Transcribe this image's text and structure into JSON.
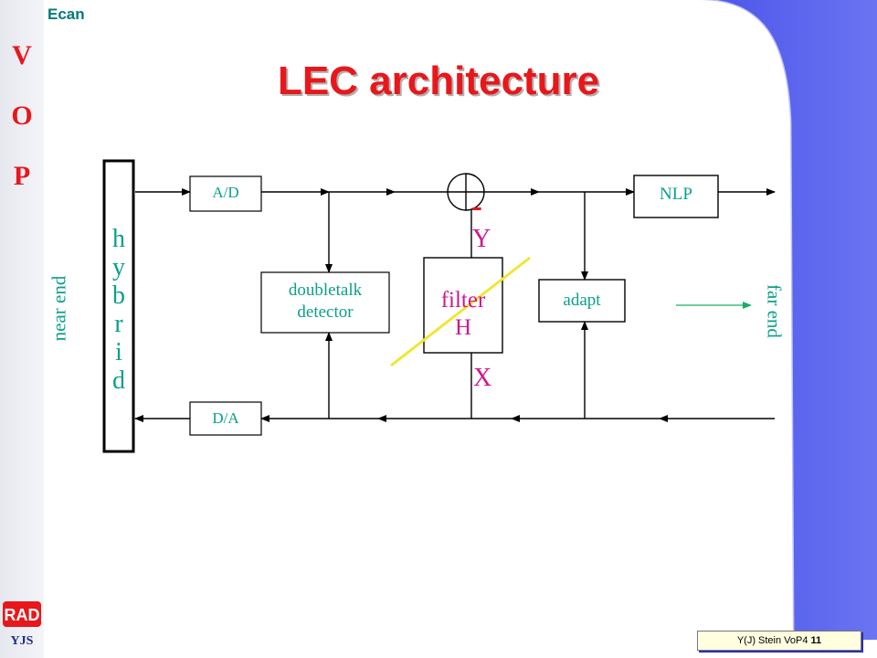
{
  "header": {
    "top_label": "Ecan",
    "title": "LEC architecture"
  },
  "sidebar": {
    "letters": [
      "V",
      "O",
      "P"
    ],
    "logo_text": "RAD",
    "author": "YJS"
  },
  "diagram": {
    "hybrid_letters": [
      "h",
      "y",
      "b",
      "r",
      "i",
      "d"
    ],
    "ad_label": "A/D",
    "da_label": "D/A",
    "nlp_label": "NLP",
    "doubletalk_label_line1": "doubletalk",
    "doubletalk_label_line2": "detector",
    "filter_label": "filter",
    "filter_h_label": "H",
    "adapt_label": "adapt",
    "minus_sign": "-",
    "y_label": "Y",
    "x_label": "X",
    "near_end_label": "near end",
    "far_end_label": "far end",
    "colors": {
      "line": "#000000",
      "box_text": "#0aa08a",
      "signal_text": "#d0178a",
      "arrow_yellow": "#f2e630",
      "arrow_green": "#18b060",
      "accent_red": "#e8171b"
    }
  },
  "footer": {
    "text": "Y(J) Stein  VoP4",
    "page": "11"
  }
}
